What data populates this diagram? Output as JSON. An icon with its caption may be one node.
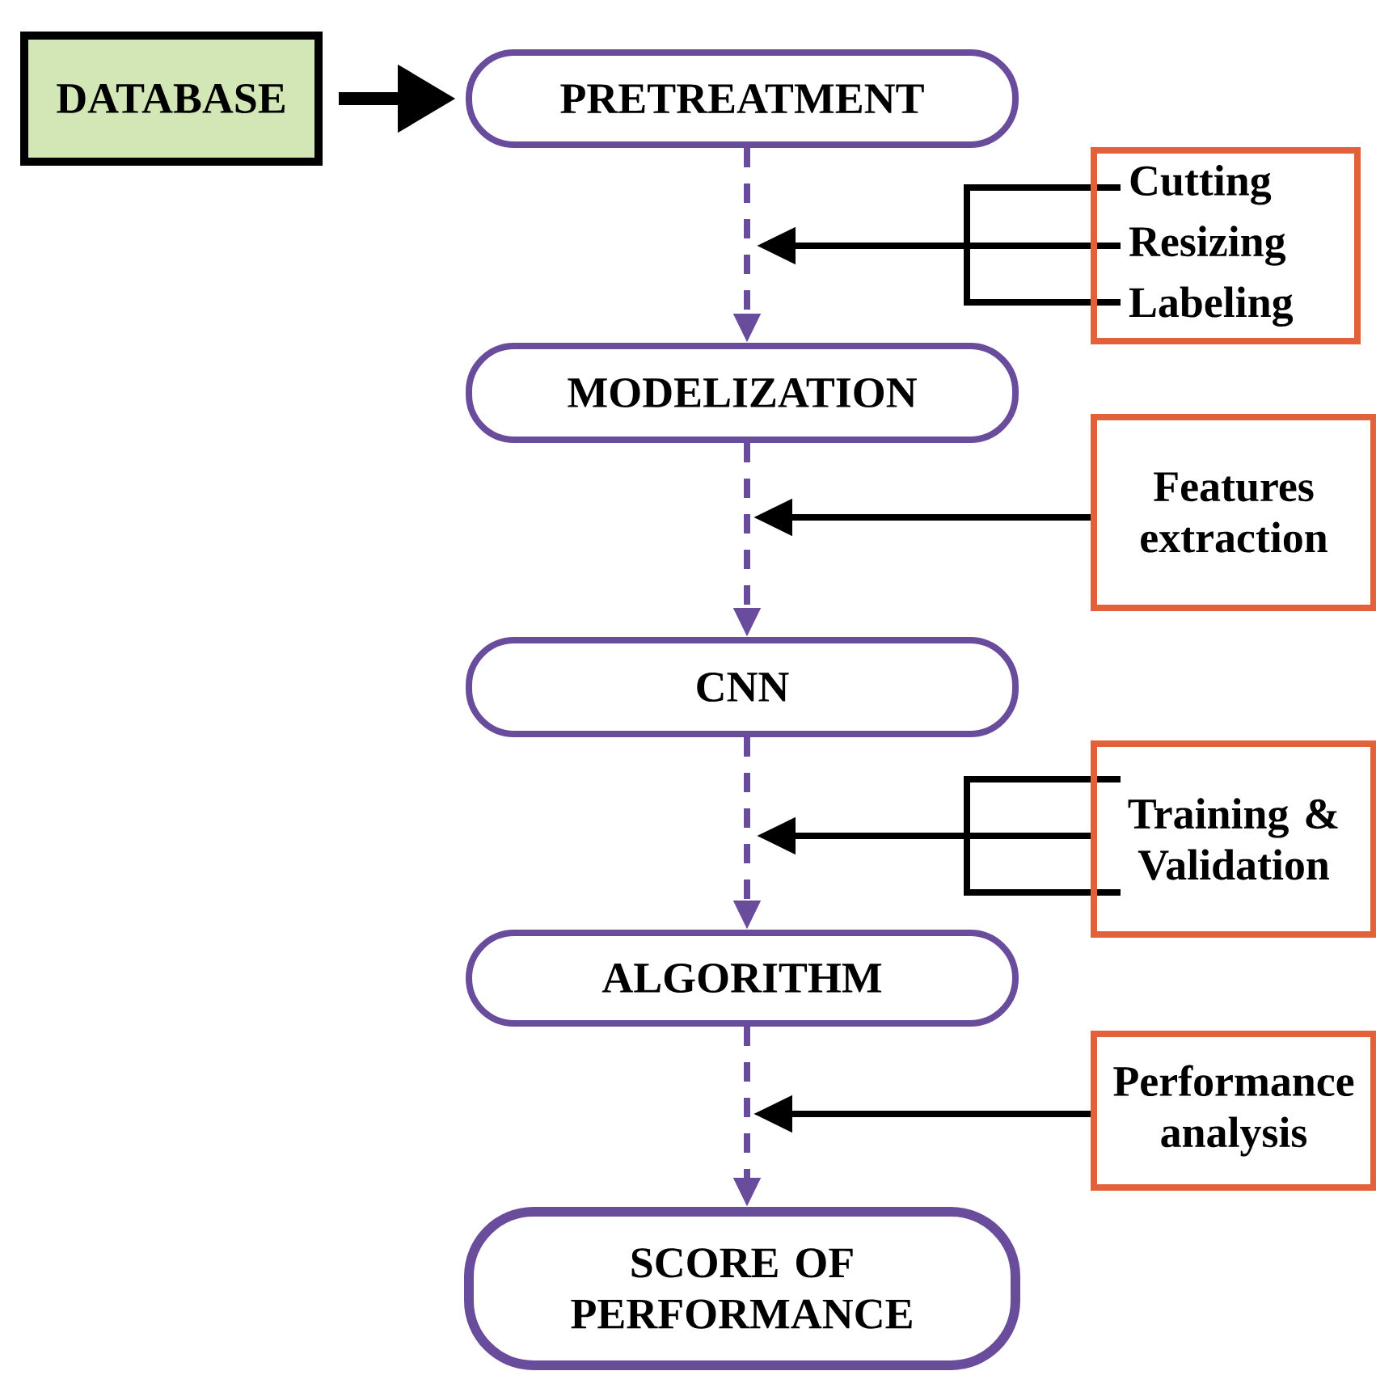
{
  "diagram": {
    "nodes": [
      {
        "text": [
          "DATABASE"
        ]
      },
      {
        "text": [
          "PRETREATMENT"
        ]
      },
      {
        "text": [
          "Cutting",
          "Resizing",
          "Labeling"
        ]
      },
      {
        "text": [
          "MODELIZATION"
        ]
      },
      {
        "text": [
          "Features extraction"
        ]
      },
      {
        "text": [
          "CNN"
        ]
      },
      {
        "text": [
          "Training & Validation"
        ]
      },
      {
        "text": [
          "ALGORITHM"
        ]
      },
      {
        "text": [
          "Performance analysis"
        ]
      },
      {
        "text": [
          "SCORE OF PERFORMANCE"
        ]
      }
    ],
    "edges": [
      {
        "from": 0,
        "to": 1,
        "arrow": "to",
        "style": "thick"
      },
      {
        "from": 1,
        "to": 3,
        "arrow": "to",
        "style": "dashed",
        "color": "#6a4c9c"
      },
      {
        "from": 2,
        "to": null,
        "arrow": "to"
      },
      {
        "from": 3,
        "to": 5,
        "arrow": "to",
        "style": "dashed",
        "color": "#6a4c9c"
      },
      {
        "from": 4,
        "to": null,
        "arrow": "to"
      },
      {
        "from": 5,
        "to": 7,
        "arrow": "to",
        "style": "dashed",
        "color": "#6a4c9c"
      },
      {
        "from": 6,
        "to": null,
        "arrow": "to"
      },
      {
        "from": 7,
        "to": 9,
        "arrow": "to",
        "style": "dashed",
        "color": "#6a4c9c"
      },
      {
        "from": 8,
        "to": null,
        "arrow": "to"
      }
    ]
  }
}
